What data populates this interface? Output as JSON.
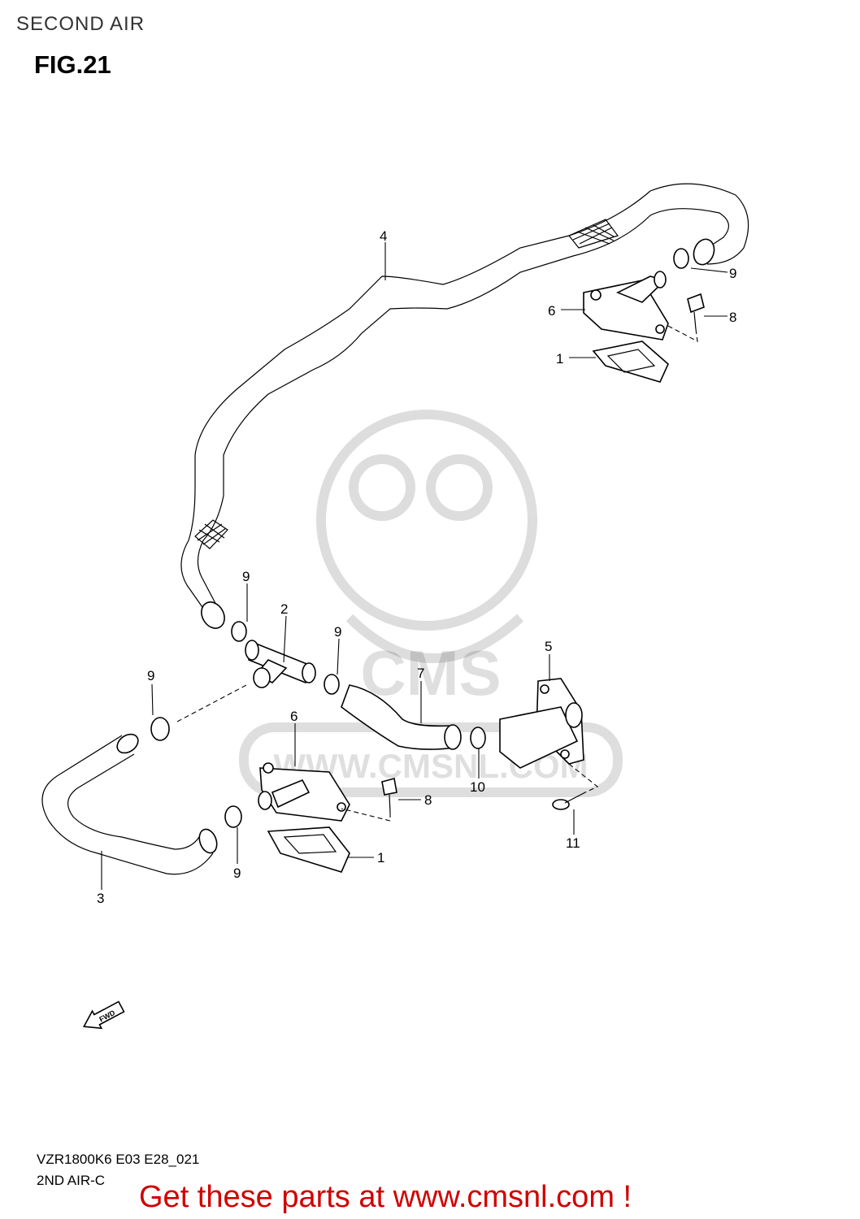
{
  "header": {
    "section_title": "SECOND AIR",
    "figure_label": "FIG.21"
  },
  "footer": {
    "model_code": "VZR1800K6 E03 E28_021",
    "sub_title": "2ND AIR-C",
    "promo_text": "Get these parts at www.cmsnl.com !"
  },
  "watermark": {
    "text": "WWW.CMSNL.COM",
    "logo_text": "CMS"
  },
  "fwd_arrow_label": "FWD",
  "callouts": [
    {
      "id": "callout-4-hose",
      "text": "4"
    },
    {
      "id": "callout-9-clamp-top-right",
      "text": "9"
    },
    {
      "id": "callout-6-cover-top",
      "text": "6"
    },
    {
      "id": "callout-8-bolt-top",
      "text": "8"
    },
    {
      "id": "callout-1-gasket-top",
      "text": "1"
    },
    {
      "id": "callout-9-clamp-mid-left",
      "text": "9"
    },
    {
      "id": "callout-2-tee",
      "text": "2"
    },
    {
      "id": "callout-9-clamp-tee-right",
      "text": "9"
    },
    {
      "id": "callout-9-clamp-left",
      "text": "9"
    },
    {
      "id": "callout-7-hose",
      "text": "7"
    },
    {
      "id": "callout-5-valve",
      "text": "5"
    },
    {
      "id": "callout-6-cover-bottom",
      "text": "6"
    },
    {
      "id": "callout-10-clamp",
      "text": "10"
    },
    {
      "id": "callout-8-bolt-bottom",
      "text": "8"
    },
    {
      "id": "callout-11-screw",
      "text": "11"
    },
    {
      "id": "callout-9-clamp-bottom",
      "text": "9"
    },
    {
      "id": "callout-1-gasket-bottom",
      "text": "1"
    },
    {
      "id": "callout-3-hose",
      "text": "3"
    }
  ]
}
